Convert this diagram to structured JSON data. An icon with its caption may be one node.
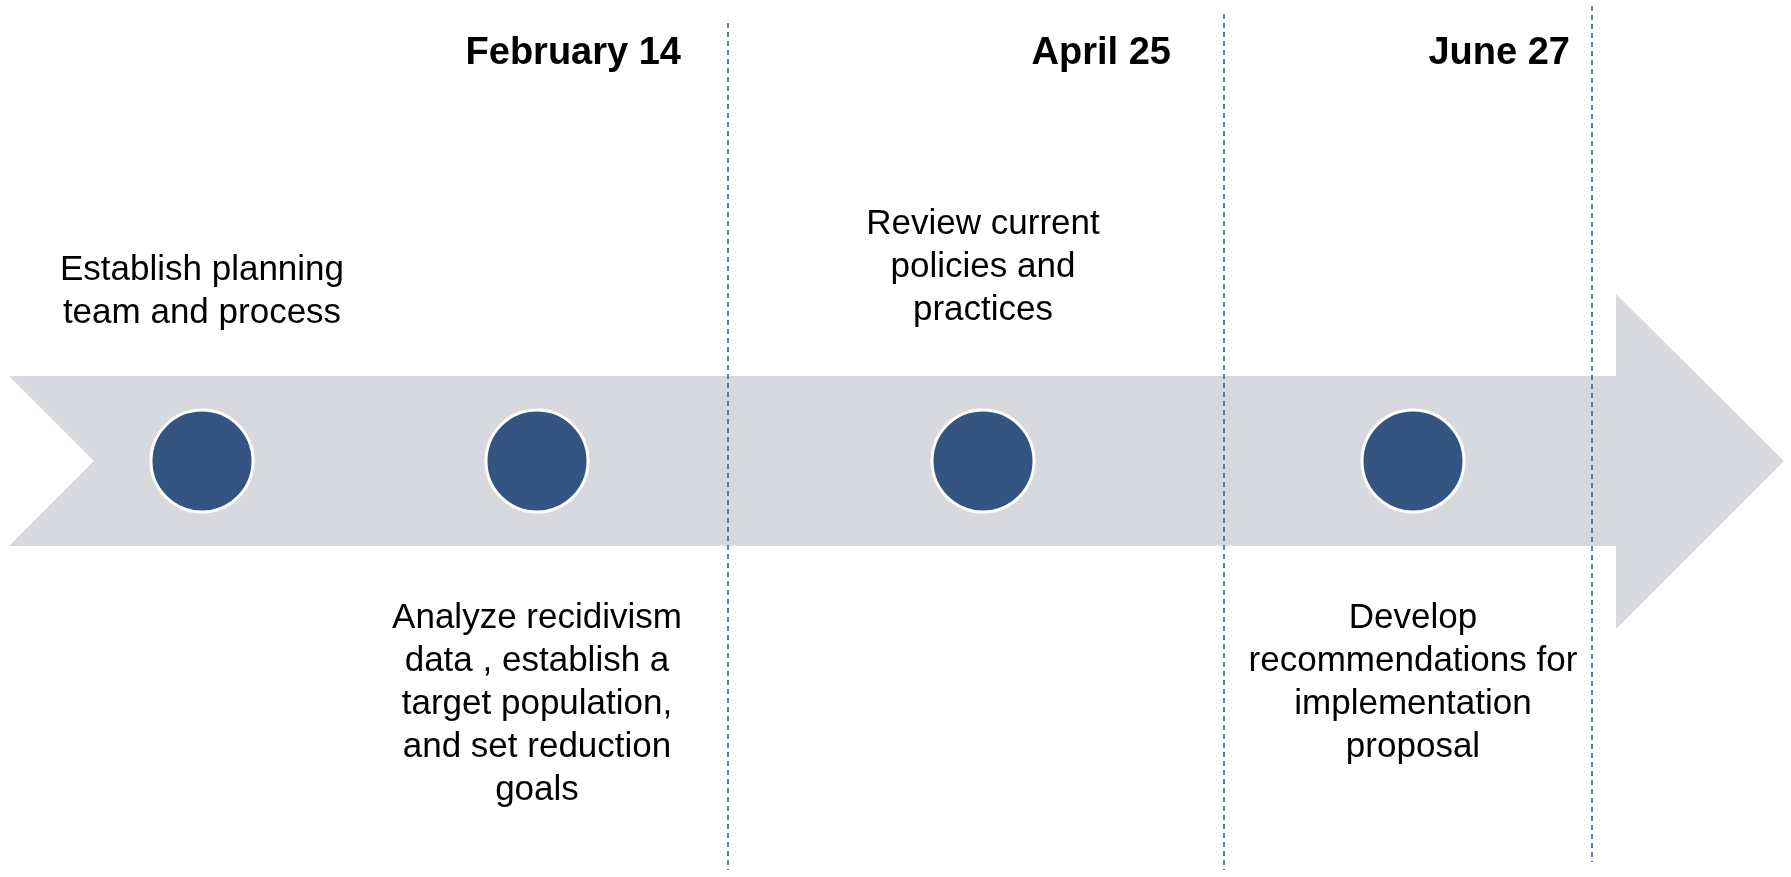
{
  "diagram": {
    "nodes": [
      {
        "text": [
          "Establish planning team and process"
        ]
      },
      {
        "text": [
          "Analyze recidivism data , establish a target population, and set reduction goals"
        ]
      },
      {
        "text": [
          "Review current policies and practices"
        ]
      },
      {
        "text": [
          "Develop recommendations for implementation proposal"
        ]
      }
    ],
    "labels": [
      "February 14",
      "April 25",
      "June 27"
    ]
  }
}
